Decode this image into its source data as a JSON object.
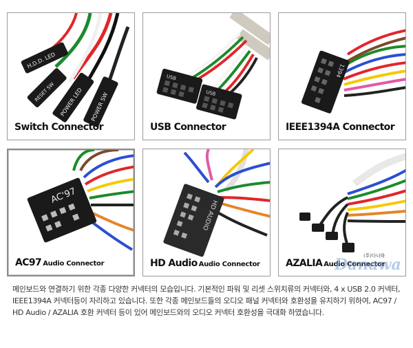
{
  "tiles": [
    {
      "title": "Switch Connector",
      "subtitle": ""
    },
    {
      "title": "USB Connector",
      "subtitle": ""
    },
    {
      "title": "IEEE1394A Connector",
      "subtitle": ""
    },
    {
      "title": "AC97",
      "subtitle": "Audio Connector"
    },
    {
      "title": "HD Audio",
      "subtitle": "Audio Connector"
    },
    {
      "title": "AZALIA",
      "subtitle": "Audio Connector"
    }
  ],
  "labels": {
    "hdd_led": "H.D.D. LED",
    "reset_sw": "RESET SW",
    "power_led": "POWER LED",
    "power_sw": "POWER SW",
    "usb": "USB",
    "ieee": "1394",
    "ac97": "AC'97",
    "hd_audio": "HD AUDIO"
  },
  "watermark": {
    "small": "(주)다나와",
    "logo": "Danawa"
  },
  "description": "메인보드와 연결하기 위한 각종 다양한 커넥터의 모습입니다. 기본적인 파워 및 리셋 스위치류의 커넥터와, 4 x USB 2.0 커넥터, IEEE1394A 커넥터등이 자리하고 있습니다. 또한 각종 메인보드들의 오디오 패널 커넥터와 호환성을 유지하기 위하여, AC97 / HD Audio / AZALIA 호환 커넥터 등이 있어 메인보드와의 오디오 커넥터 호환성을 극대화 하였습니다."
}
